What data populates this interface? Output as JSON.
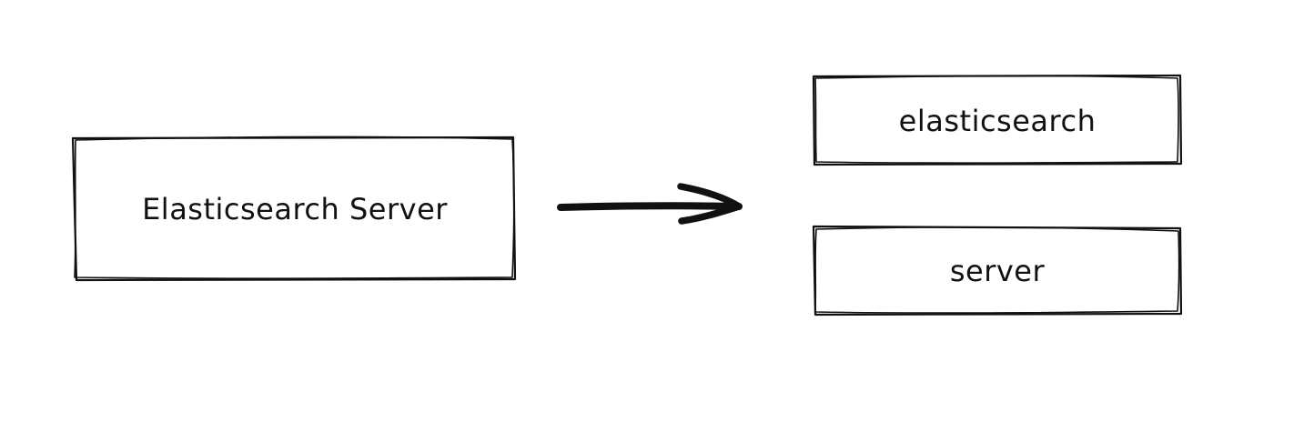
{
  "diagram": {
    "source_box": {
      "label": "Elasticsearch Server"
    },
    "result_boxes": [
      {
        "label": "elasticsearch"
      },
      {
        "label": "server"
      }
    ],
    "colors": {
      "stroke": "#111111",
      "background": "#ffffff"
    }
  }
}
